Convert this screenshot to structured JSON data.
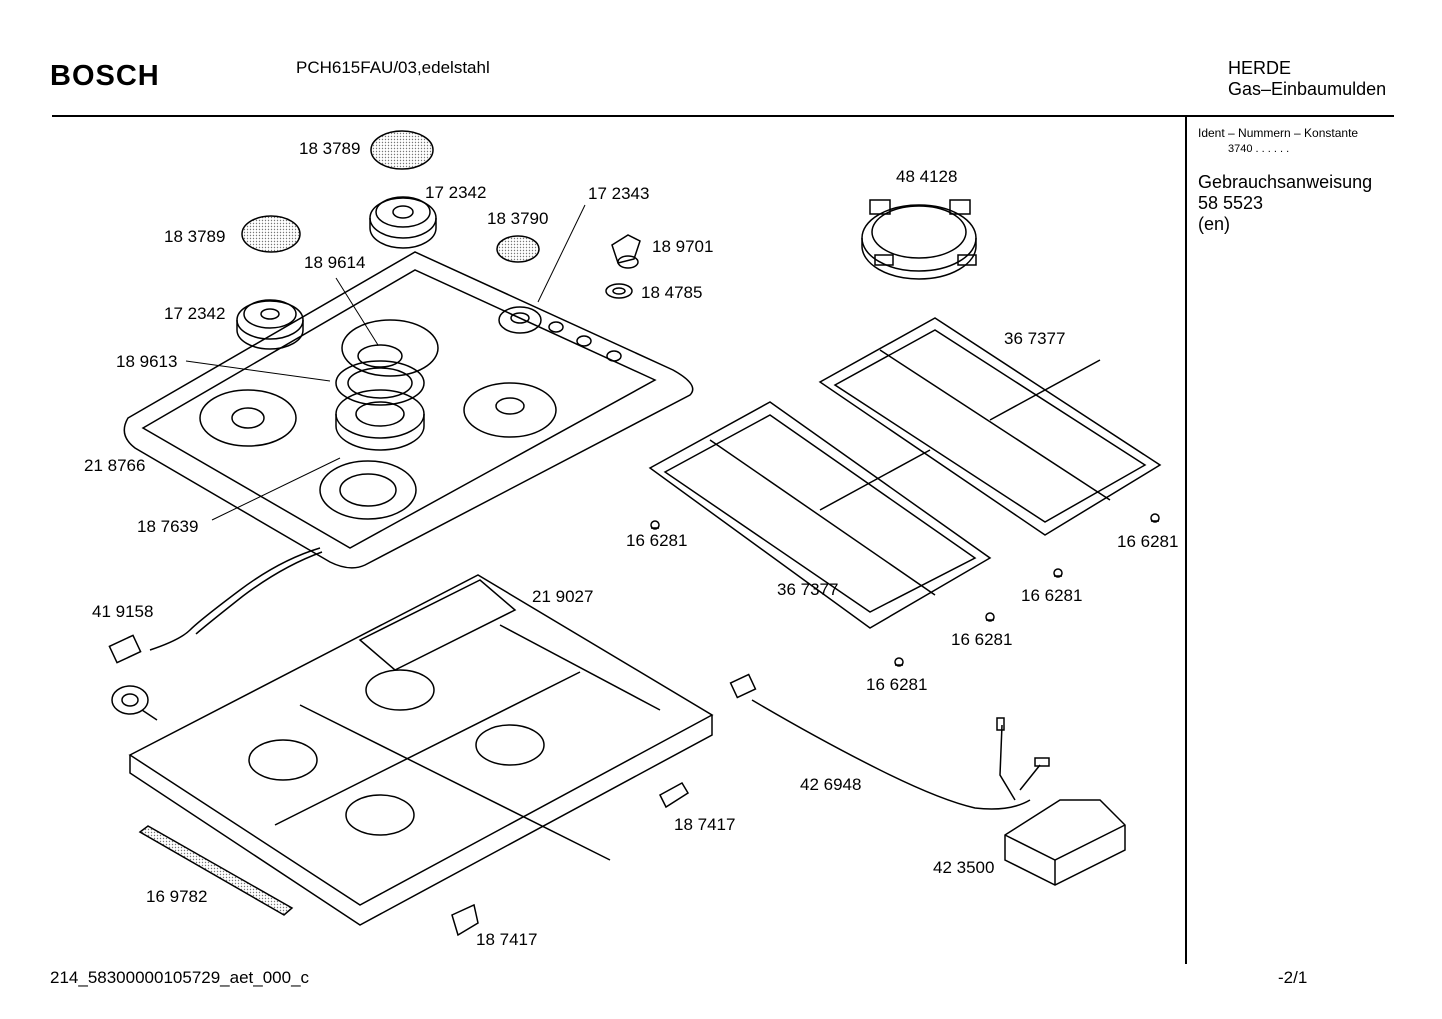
{
  "header": {
    "brand": "BOSCH",
    "model": "PCH615FAU/03,edelstahl",
    "category_line1": "HERDE",
    "category_line2": "Gas–Einbaumulden"
  },
  "sidebar": {
    "ident_heading": "Ident – Nummern – Konstante",
    "ident_value": "3740  .  .  .  .  .  .",
    "document_heading": "Gebrauchsanweisung",
    "document_number": "58 5523",
    "document_language": "(en)"
  },
  "part_labels": {
    "p183789a": "18 3789",
    "p183789b": "18 3789",
    "p172342a": "17 2342",
    "p172342b": "17 2342",
    "p183790": "18 3790",
    "p172343": "17 2343",
    "p189701": "18 9701",
    "p184785": "18 4785",
    "p189614": "18 9614",
    "p189613": "18 9613",
    "p218766": "21 8766",
    "p187639": "18 7639",
    "p484128": "48 4128",
    "p367377a": "36 7377",
    "p367377b": "36 7377",
    "p166281a": "16 6281",
    "p166281b": "16 6281",
    "p166281c": "16 6281",
    "p166281d": "16 6281",
    "p166281e": "16 6281",
    "p419158": "41 9158",
    "p219027": "21 9027",
    "p426948": "42 6948",
    "p423500": "42 3500",
    "p187417a": "18 7417",
    "p187417b": "18 7417",
    "p169782": "16 9782"
  },
  "footer": {
    "file_id": "214_58300000105729_aet_000_c",
    "page": "-2/1"
  }
}
